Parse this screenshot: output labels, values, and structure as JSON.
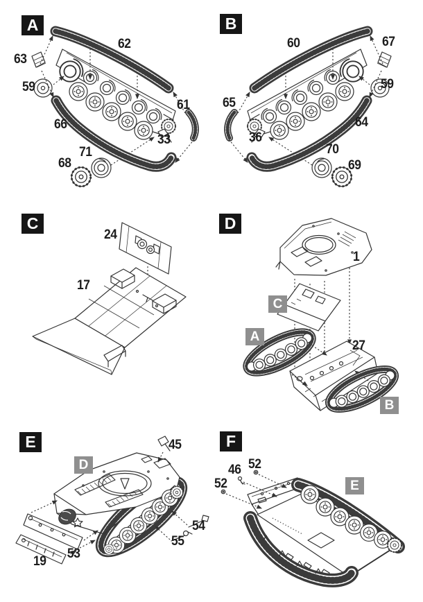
{
  "document": {
    "type": "model-kit-assembly-instructions",
    "background": "#ffffff"
  },
  "colors": {
    "line": "#333333",
    "label_black_bg": "#161616",
    "label_gray_bg": "#8f8f8f",
    "label_text": "#ffffff",
    "number_text": "#1d1d1d"
  },
  "panels": [
    {
      "label": "A",
      "callouts": [
        "62",
        "63",
        "59",
        "66",
        "71",
        "68",
        "61",
        "33"
      ],
      "refs": []
    },
    {
      "label": "B",
      "callouts": [
        "60",
        "67",
        "59",
        "65",
        "36",
        "64",
        "70",
        "69"
      ],
      "refs": []
    },
    {
      "label": "C",
      "callouts": [
        "24",
        "17"
      ],
      "refs": []
    },
    {
      "label": "D",
      "callouts": [
        "1",
        "27"
      ],
      "refs": [
        "C",
        "A",
        "B"
      ]
    },
    {
      "label": "E",
      "callouts": [
        "45",
        "54",
        "55",
        "53",
        "19"
      ],
      "refs": [
        "D"
      ]
    },
    {
      "label": "F",
      "callouts": [
        "46",
        "52",
        "52"
      ],
      "refs": [
        "E"
      ]
    }
  ]
}
